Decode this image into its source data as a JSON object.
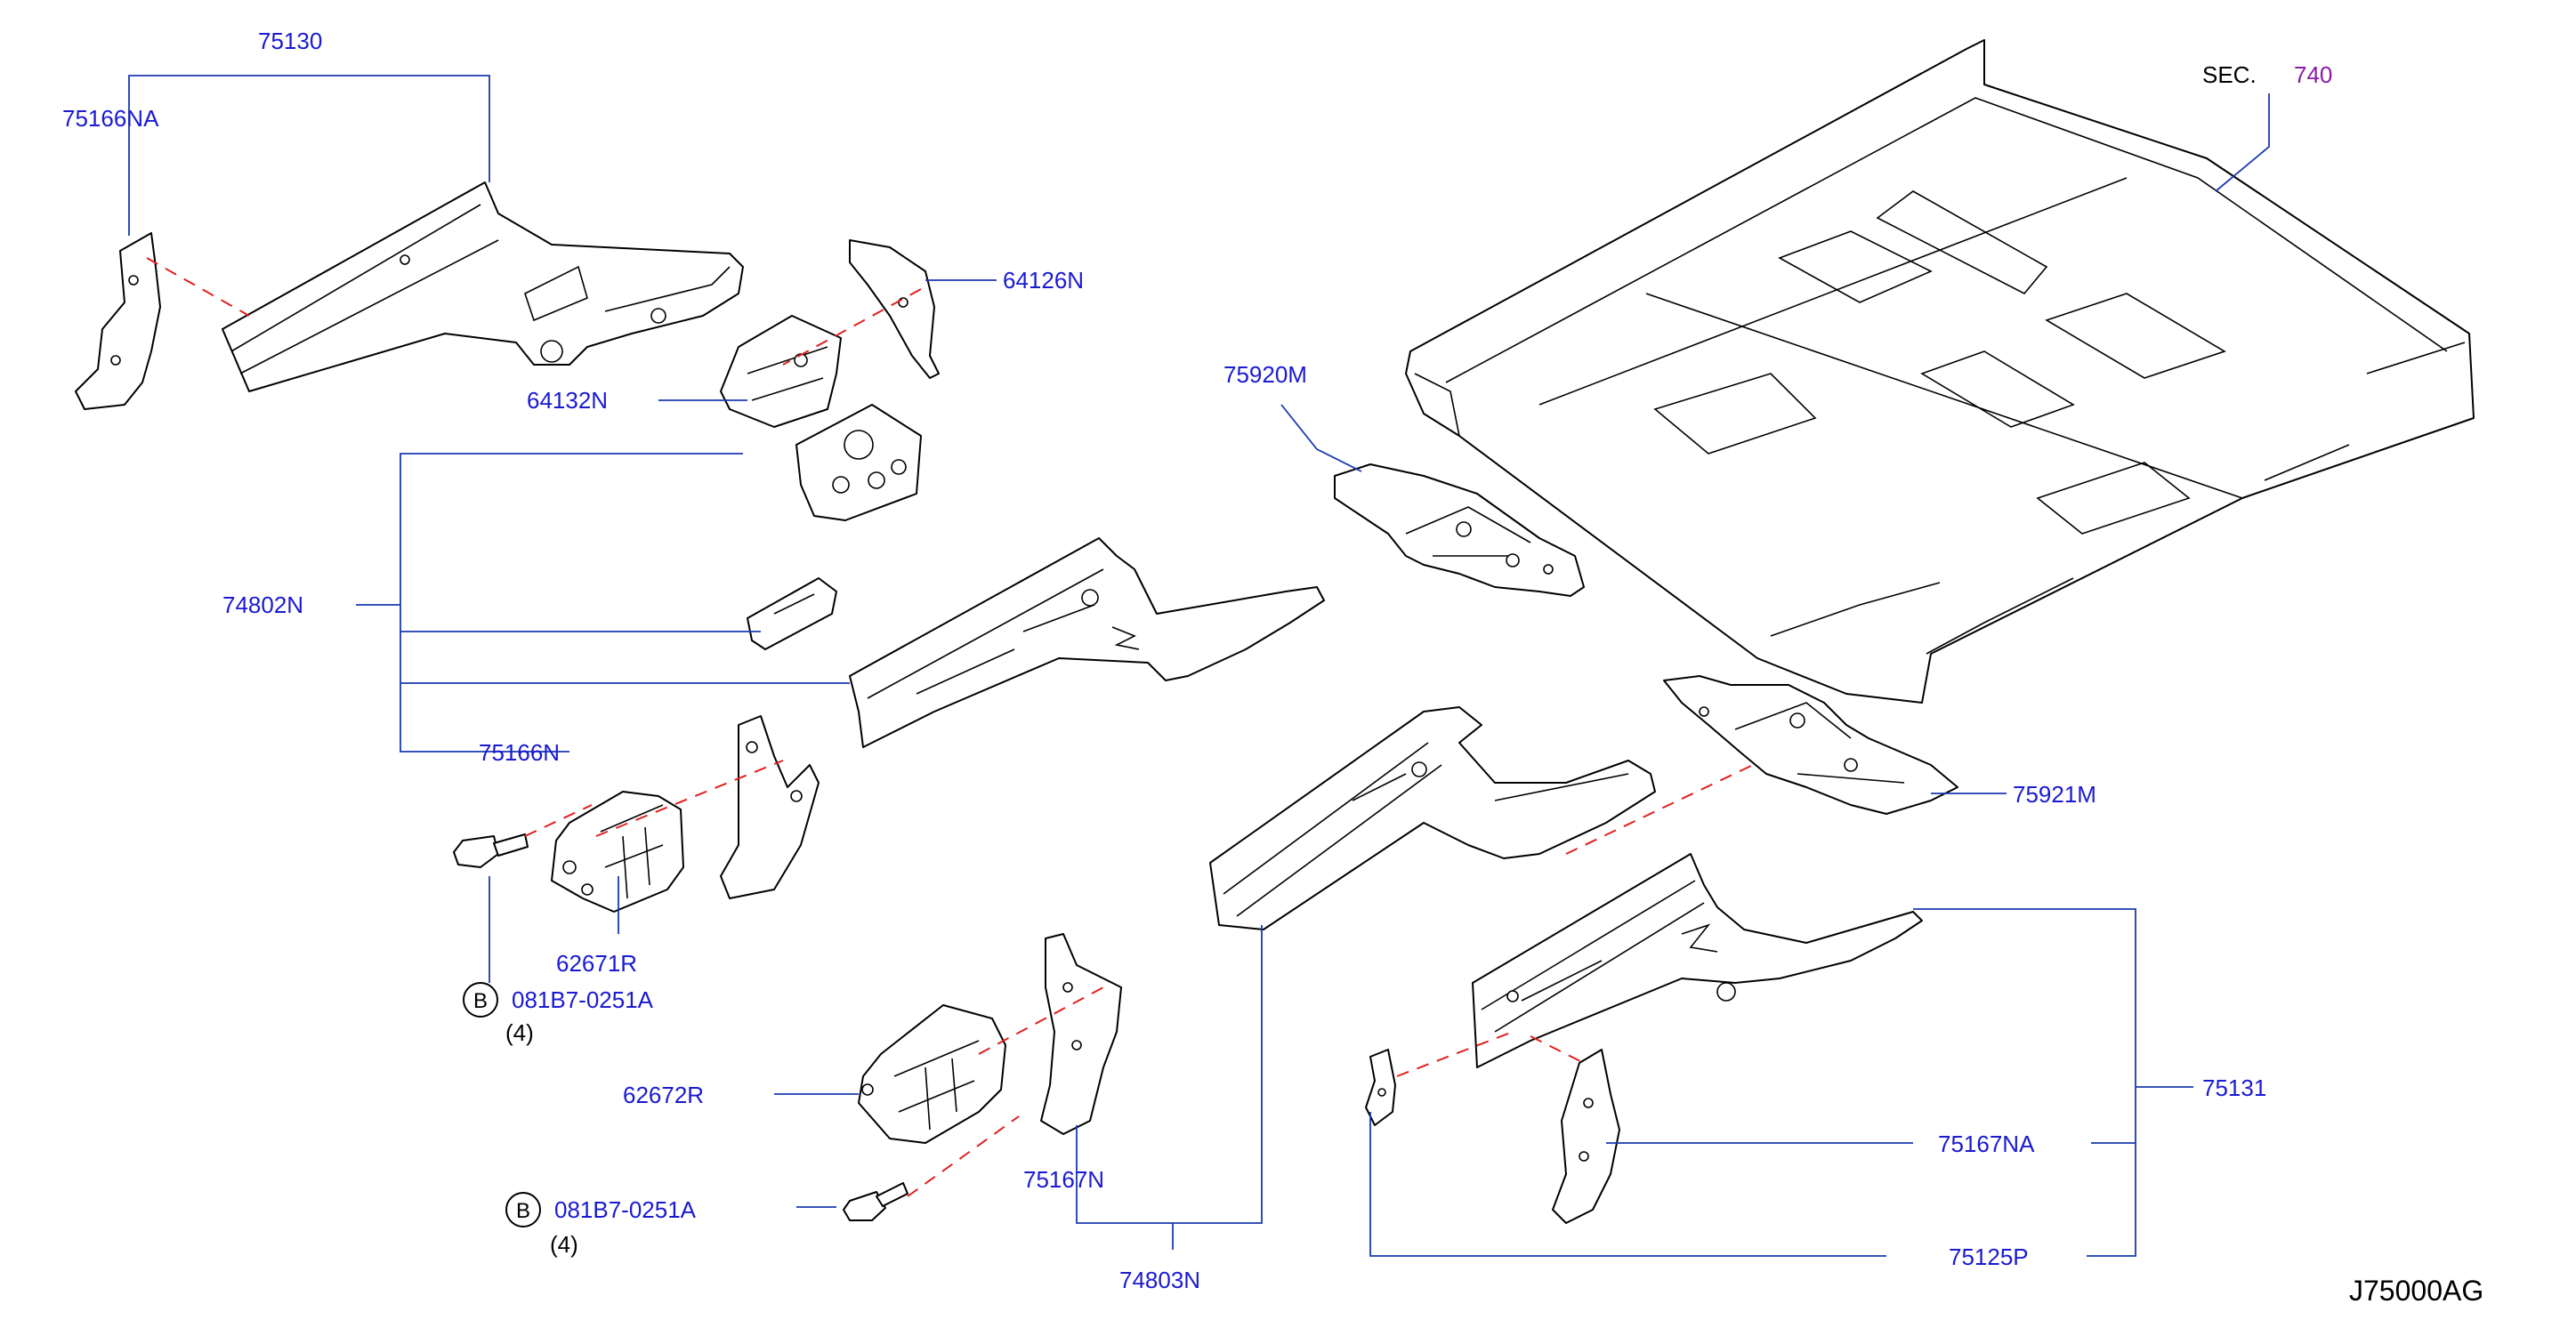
{
  "colors": {
    "label": "#1a1ad2",
    "leader": "#1a3ab0",
    "dashed": "#e02020",
    "section_ref": "#8a1aa8",
    "line": "#000000"
  },
  "labels": {
    "p75130": "75130",
    "p75166NA": "75166NA",
    "p64126N": "64126N",
    "p64132N": "64132N",
    "p74802N": "74802N",
    "p75166N": "75166N",
    "p62671R": "62671R",
    "bolt1_code": "081B7-0251A",
    "bolt1_qty": "(4)",
    "p62672R": "62672R",
    "bolt2_code": "081B7-0251A",
    "bolt2_qty": "(4)",
    "p75167N": "75167N",
    "p74803N": "74803N",
    "p75920M": "75920M",
    "p75921M": "75921M",
    "p75131": "75131",
    "p75167NA": "75167NA",
    "p75125P": "75125P",
    "sec_prefix": "SEC.",
    "sec_number": "740",
    "drawing_id": "J75000AG"
  },
  "bolt_marker": "B"
}
